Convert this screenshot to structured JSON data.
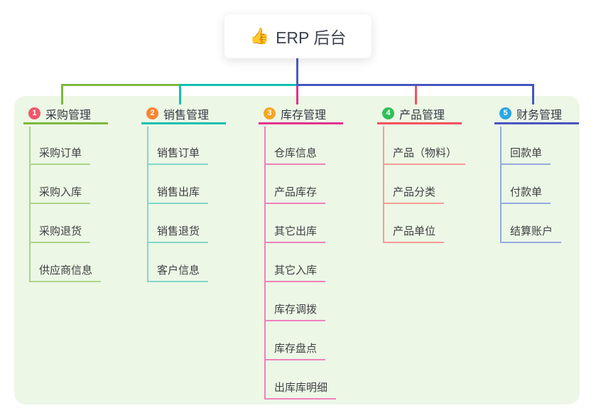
{
  "root": {
    "label": "ERP 后台",
    "icon_char": "👍"
  },
  "colors": {
    "panel": "#ecf7e6",
    "root_link": "#4a5ec4"
  },
  "branches": [
    {
      "badge": "1",
      "label": "采购管理",
      "badge_color": "#f1566b",
      "line_color": "#7cb93e",
      "child_line_color": "#afd387",
      "children": [
        "采购订单",
        "采购入库",
        "采购退货",
        "供应商信息"
      ]
    },
    {
      "badge": "2",
      "label": "销售管理",
      "badge_color": "#f88434",
      "line_color": "#12bfb1",
      "child_line_color": "#82d7cb",
      "children": [
        "销售订单",
        "销售出库",
        "销售退货",
        "客户信息"
      ]
    },
    {
      "badge": "3",
      "label": "库存管理",
      "badge_color": "#f6a623",
      "line_color": "#e2338f",
      "child_line_color": "#ef82bb",
      "children": [
        "仓库信息",
        "产品库存",
        "其它出库",
        "其它入库",
        "库存调拨",
        "库存盘点",
        "出库库明细"
      ]
    },
    {
      "badge": "4",
      "label": "产品管理",
      "badge_color": "#30bf59",
      "line_color": "#f5515c",
      "child_line_color": "#f79b97",
      "children": [
        "产品（物料）",
        "产品分类",
        "产品单位"
      ]
    },
    {
      "badge": "5",
      "label": "财务管理",
      "badge_color": "#2ba6e5",
      "line_color": "#4656bf",
      "child_line_color": "#94abdf",
      "children": [
        "回款单",
        "付款单",
        "结算账户"
      ]
    }
  ]
}
